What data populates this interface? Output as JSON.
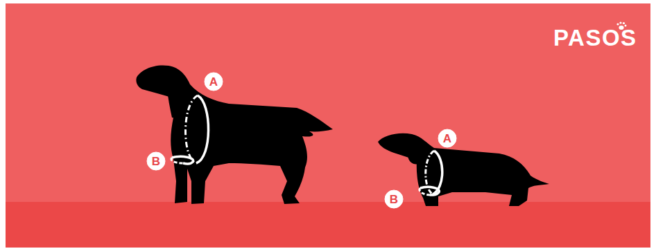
{
  "diagram": {
    "nodes": [
      {
        "text": [
          "A"
        ]
      },
      {
        "text": [
          "B"
        ]
      },
      {
        "text": [
          "A"
        ]
      },
      {
        "text": [
          "B"
        ]
      }
    ],
    "labels": [
      "PASOS"
    ]
  }
}
